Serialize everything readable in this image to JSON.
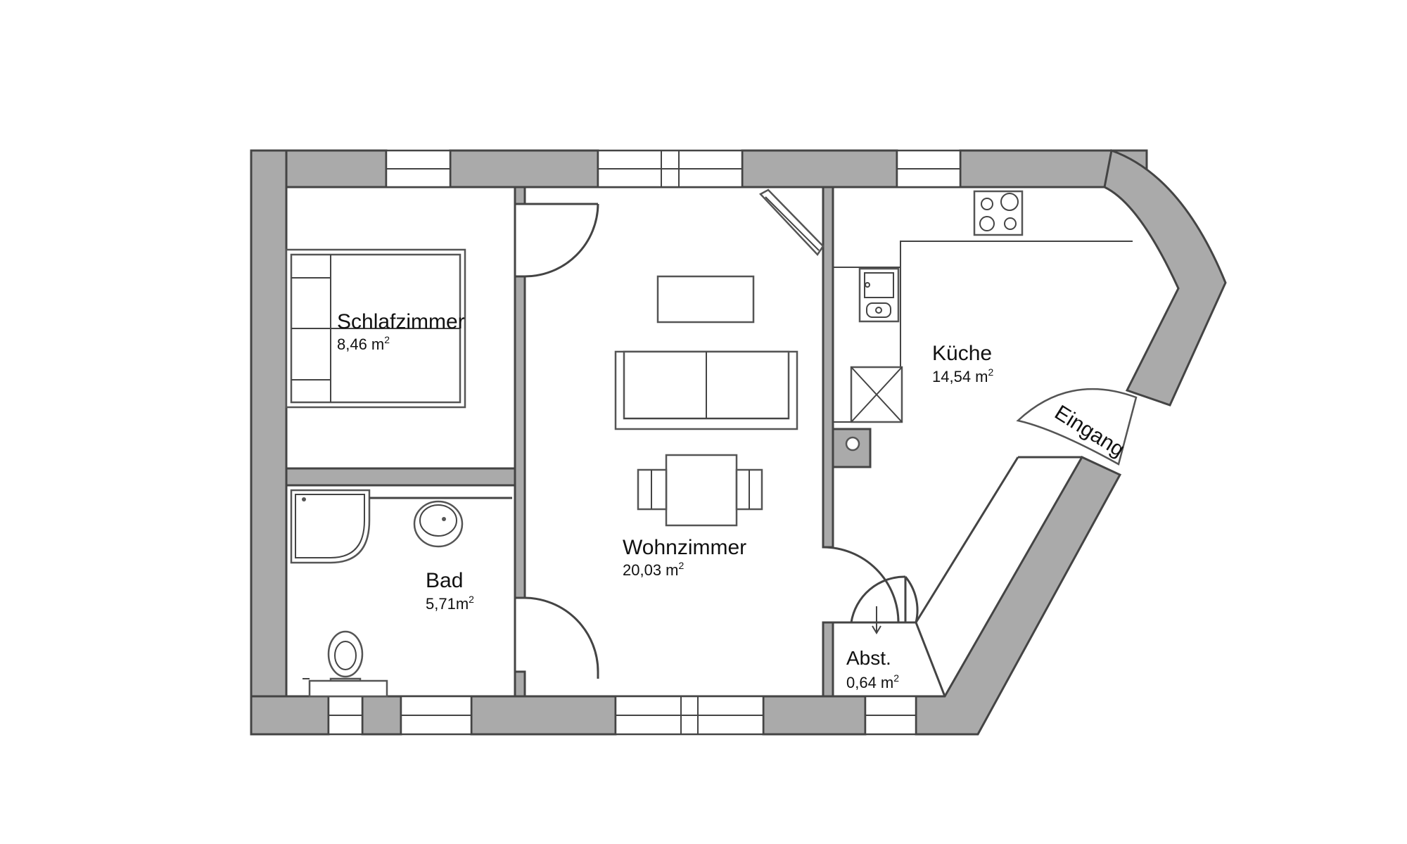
{
  "rooms": {
    "schlafzimmer": {
      "name": "Schlafzimmer",
      "area": "8,46 m",
      "unit_sup": "2"
    },
    "bad": {
      "name": "Bad",
      "area": "5,71m",
      "unit_sup": "2"
    },
    "wohnzimmer": {
      "name": "Wohnzimmer",
      "area": "20,03 m",
      "unit_sup": "2"
    },
    "kueche": {
      "name": "Küche",
      "area": "14,54 m",
      "unit_sup": "2"
    },
    "abst": {
      "name": "Abst.",
      "area": "0,64 m",
      "unit_sup": "2"
    }
  },
  "entrance": {
    "label": "Eingang"
  },
  "colors": {
    "wall": "#aaaaaa",
    "line": "#444444",
    "background": "#ffffff"
  }
}
